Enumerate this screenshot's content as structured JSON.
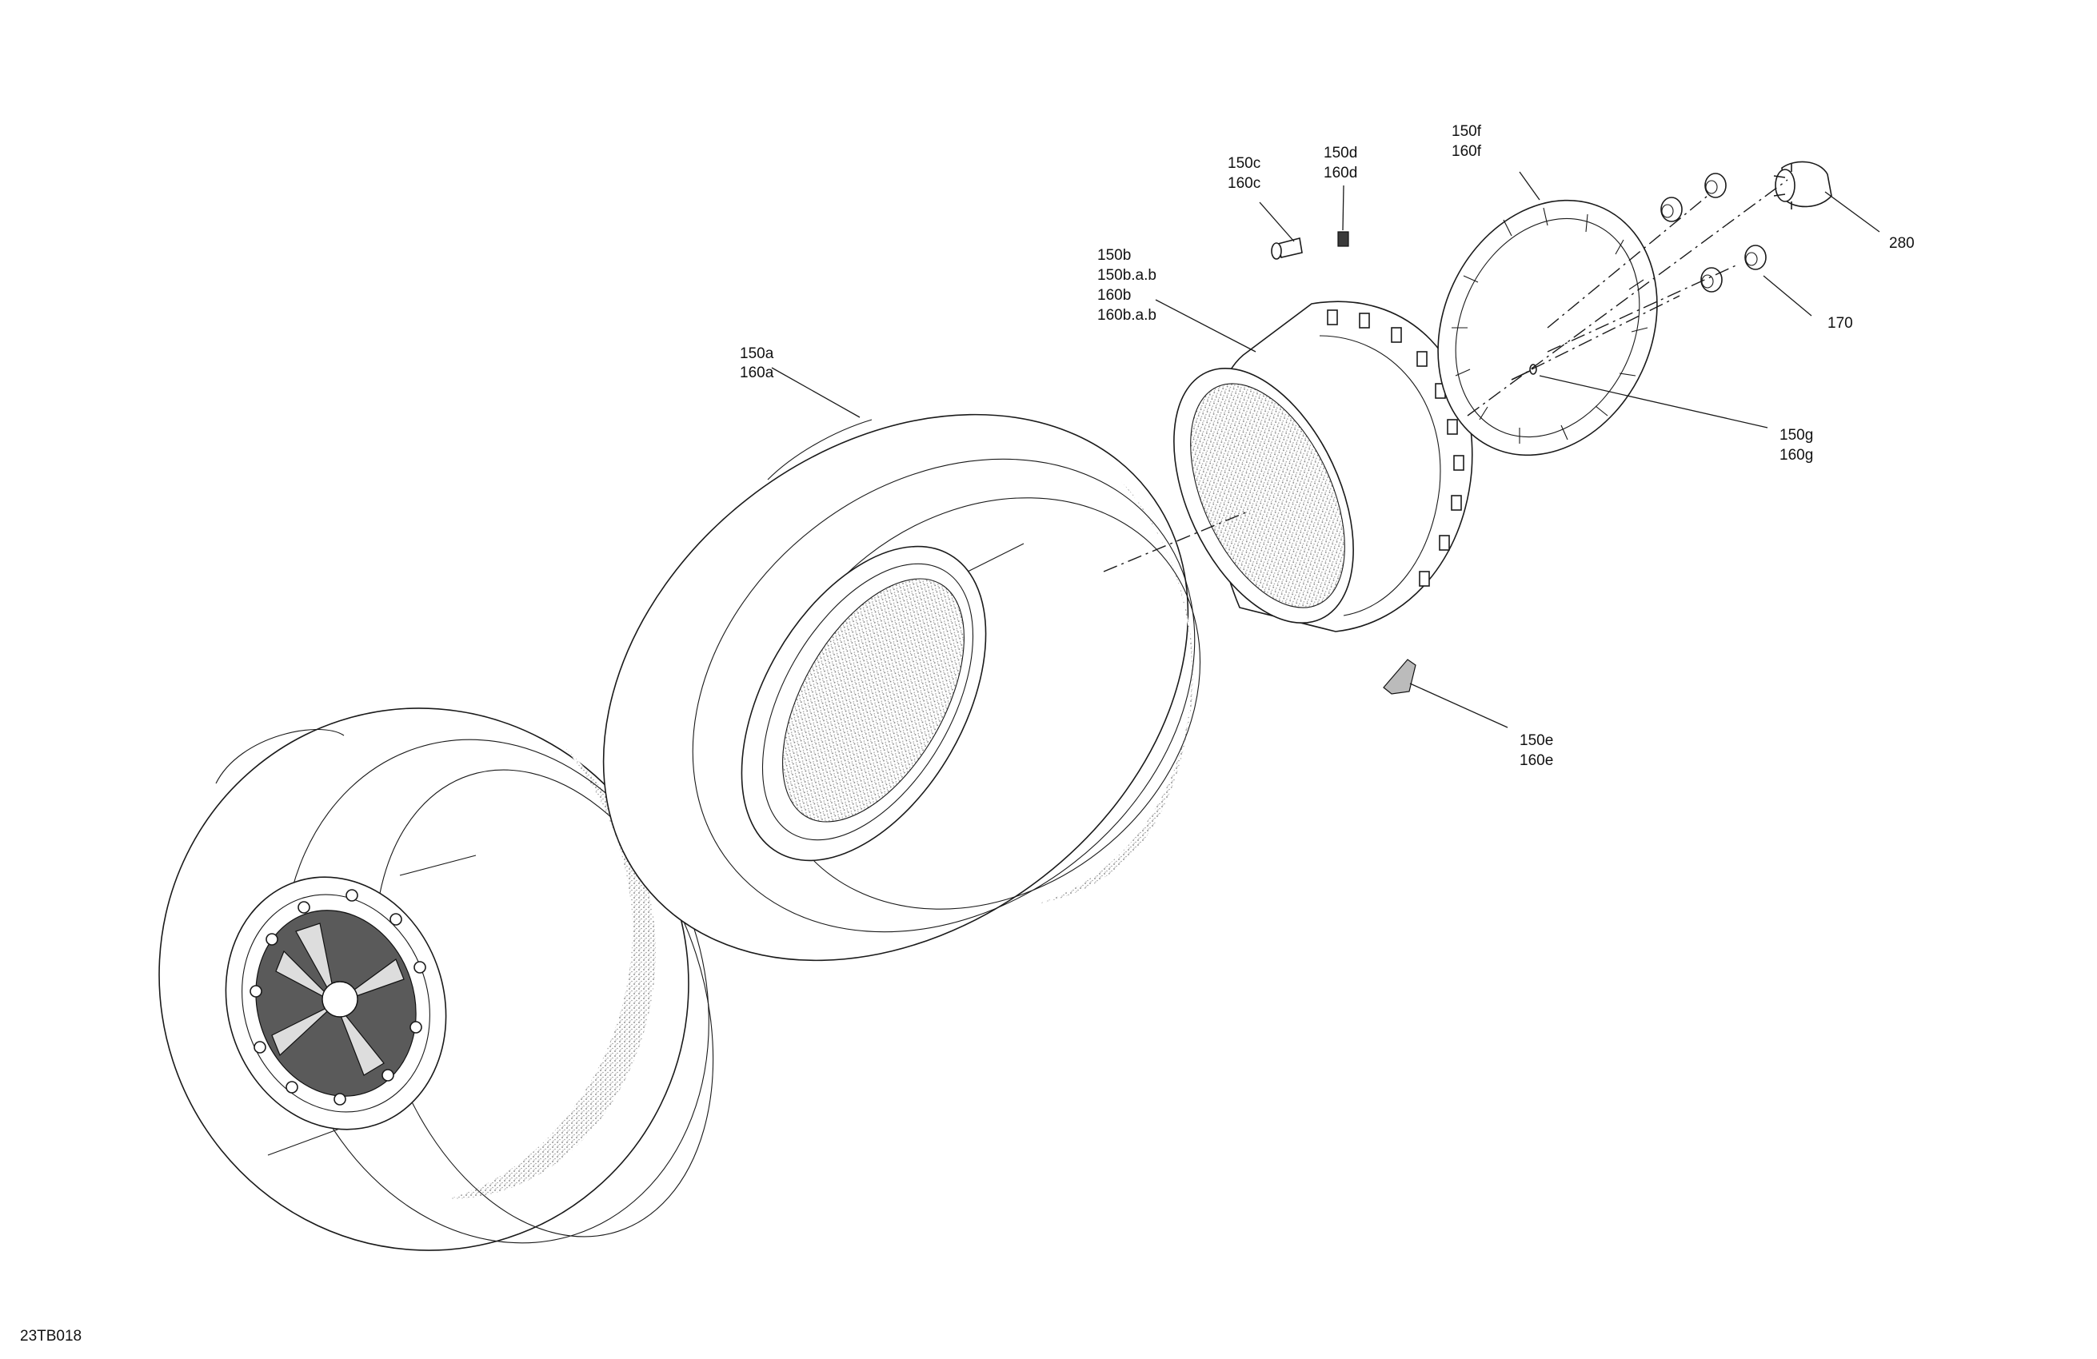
{
  "drawing_code": "23TB018",
  "callouts": [
    {
      "id": "150a",
      "lines": [
        "150a",
        "160a"
      ]
    },
    {
      "id": "150b",
      "lines": [
        "150b",
        "150b.a.b",
        "160b",
        "160b.a.b"
      ]
    },
    {
      "id": "150c",
      "lines": [
        "150c",
        "160c"
      ]
    },
    {
      "id": "150d",
      "lines": [
        "150d",
        "160d"
      ]
    },
    {
      "id": "150e",
      "lines": [
        "150e",
        "160e"
      ]
    },
    {
      "id": "150f",
      "lines": [
        "150f",
        "160f"
      ]
    },
    {
      "id": "150g",
      "lines": [
        "150g",
        "160g"
      ]
    },
    {
      "id": "170",
      "lines": [
        "170"
      ]
    },
    {
      "id": "280",
      "lines": [
        "280"
      ]
    }
  ]
}
